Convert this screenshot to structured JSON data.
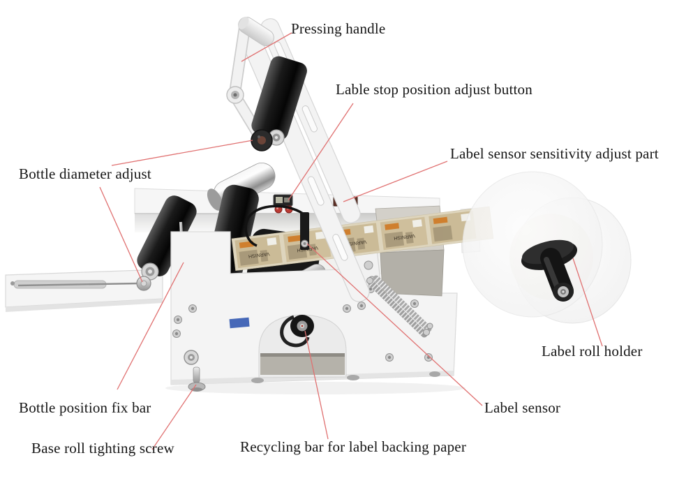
{
  "figure": {
    "background": "#ffffff",
    "leader_line_color": "#e07070",
    "text_color": "#151515"
  },
  "annotations": [
    {
      "id": "pressing-handle",
      "label": "Pressing handle"
    },
    {
      "id": "label-stop-button",
      "label": "Lable stop position adjust button"
    },
    {
      "id": "sensor-sensitivity",
      "label": "Label sensor sensitivity adjust part"
    },
    {
      "id": "bottle-diameter",
      "label": "Bottle diameter adjust"
    },
    {
      "id": "label-roll-holder",
      "label": "Label roll holder"
    },
    {
      "id": "bottle-position-fix-bar",
      "label": "Bottle position fix bar"
    },
    {
      "id": "label-sensor",
      "label": "Label sensor"
    },
    {
      "id": "base-roll-screw",
      "label": "Base roll tighting screw"
    },
    {
      "id": "recycling-bar",
      "label": "Recycling bar for label backing paper"
    }
  ],
  "strip": {
    "brand": "VARNISH"
  }
}
